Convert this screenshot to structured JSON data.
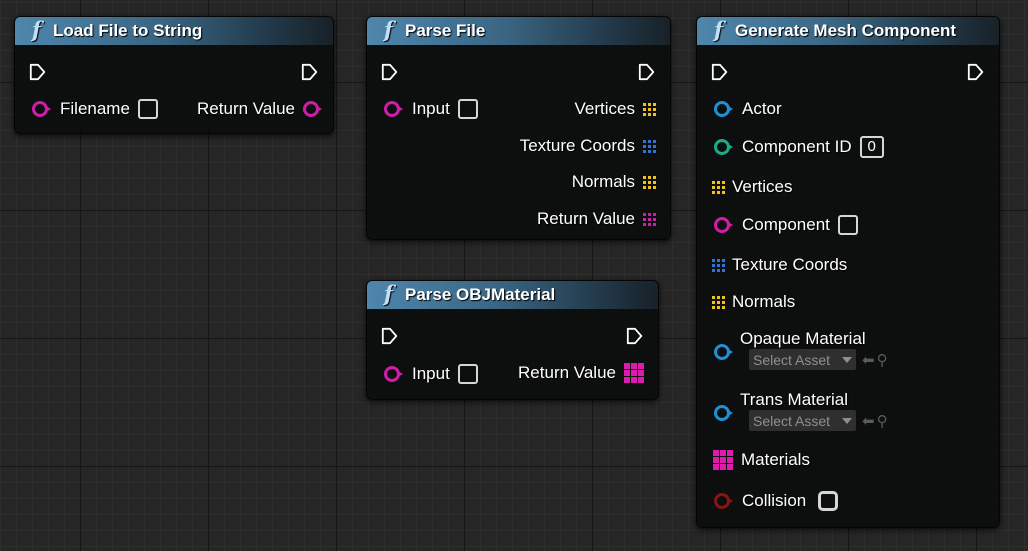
{
  "nodes": {
    "load_file": {
      "title": "Load File to String",
      "inputs": {
        "filename": "Filename"
      },
      "outputs": {
        "return_value": "Return Value"
      }
    },
    "parse_file": {
      "title": "Parse File",
      "inputs": {
        "input": "Input"
      },
      "outputs": {
        "vertices": "Vertices",
        "texture_coords": "Texture Coords",
        "normals": "Normals",
        "return_value": "Return Value"
      }
    },
    "parse_obj_material": {
      "title": "Parse OBJMaterial",
      "inputs": {
        "input": "Input"
      },
      "outputs": {
        "return_value": "Return Value"
      }
    },
    "generate_mesh": {
      "title": "Generate Mesh Component",
      "inputs": {
        "actor": "Actor",
        "component_id": "Component ID",
        "component_id_value": "0",
        "vertices": "Vertices",
        "component": "Component",
        "texture_coords": "Texture Coords",
        "normals": "Normals",
        "opaque_material": "Opaque Material",
        "trans_material": "Trans Material",
        "materials": "Materials",
        "collision": "Collision"
      },
      "asset_picker_placeholder": "Select Asset"
    }
  },
  "colors": {
    "header_blue": "#4f86ac",
    "string_pin": "#d11ca7",
    "object_pin": "#1f8fd6",
    "int_pin": "#1ea98a",
    "vector_pin": "#f2c21b",
    "vector2d_pin": "#2f73d8",
    "bool_pin": "#8a1414"
  },
  "icons": [
    "function-icon",
    "exec-pin-icon",
    "array-grid-icon",
    "map-icon",
    "use-selected-arrow-icon",
    "browse-magnifier-icon"
  ]
}
